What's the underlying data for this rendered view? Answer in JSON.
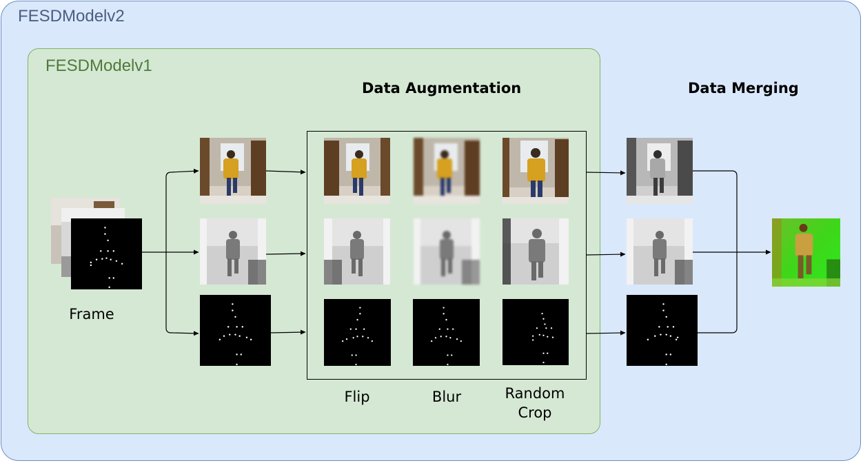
{
  "containers": {
    "outer_title": "FESDModelv2",
    "inner_title": "FESDModelv1"
  },
  "sections": {
    "augmentation_title": "Data Augmentation",
    "merging_title": "Data Merging"
  },
  "labels": {
    "frame": "Frame",
    "flip": "Flip",
    "blur": "Blur",
    "random_crop_line1": "Random",
    "random_crop_line2": "Crop"
  },
  "colors": {
    "outer_fill": "#dae8fc",
    "outer_border": "#6c8ebf",
    "inner_fill": "#d5e8d4",
    "inner_border": "#82b366"
  }
}
